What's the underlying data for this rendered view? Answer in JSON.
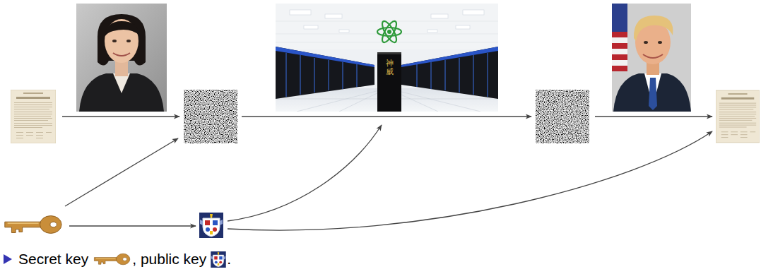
{
  "diagram": {
    "labels": [
      "神威",
      "Secret key",
      ", public key",
      "."
    ]
  }
}
